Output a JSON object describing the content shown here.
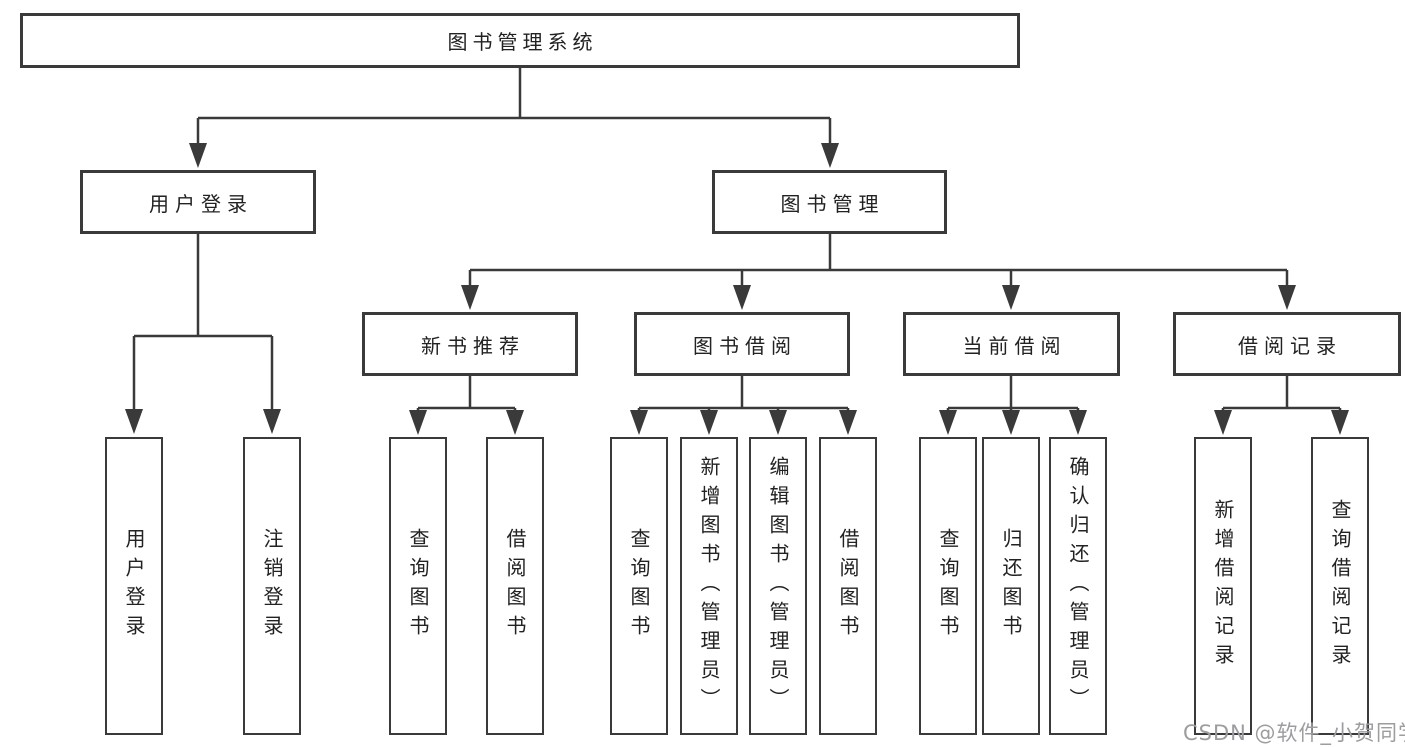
{
  "watermark": "CSDN @软件_小贺同学",
  "colors": {
    "background": "#ffffff",
    "box_border": "#3a3a3a",
    "connector_line": "#3a3a3a",
    "text": "#222222",
    "watermark_text": "#9d9da1"
  },
  "tree": {
    "label": "图书管理系统",
    "children": [
      {
        "label": "用户登录",
        "children": [
          {
            "label": "用户登录"
          },
          {
            "label": "注销登录"
          }
        ]
      },
      {
        "label": "图书管理",
        "children": [
          {
            "label": "新书推荐",
            "children": [
              {
                "label": "查询图书"
              },
              {
                "label": "借阅图书"
              }
            ]
          },
          {
            "label": "图书借阅",
            "children": [
              {
                "label": "查询图书"
              },
              {
                "label": "新增图书（管理员）"
              },
              {
                "label": "编辑图书（管理员）"
              },
              {
                "label": "借阅图书"
              }
            ]
          },
          {
            "label": "当前借阅",
            "children": [
              {
                "label": "查询图书"
              },
              {
                "label": "归还图书"
              },
              {
                "label": "确认归还（管理员）"
              }
            ]
          },
          {
            "label": "借阅记录",
            "children": [
              {
                "label": "新增借阅记录"
              },
              {
                "label": "查询借阅记录"
              }
            ]
          }
        ]
      }
    ]
  }
}
